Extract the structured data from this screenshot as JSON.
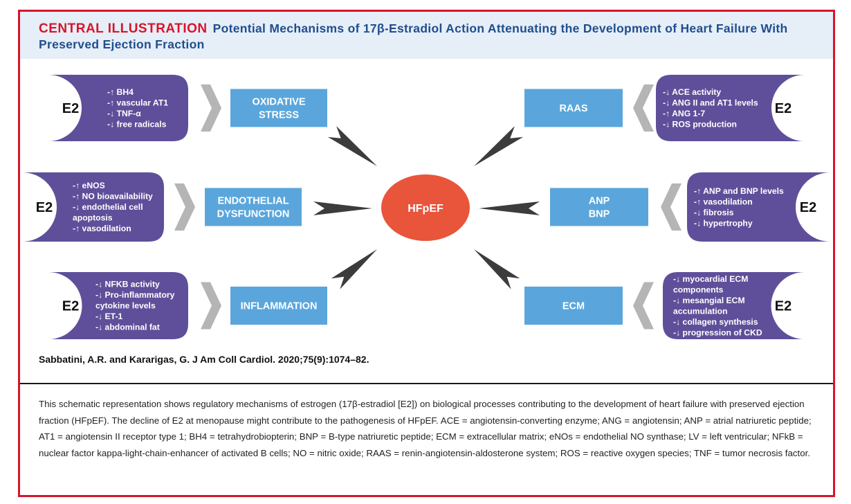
{
  "header": {
    "label": "CENTRAL ILLUSTRATION",
    "title": "Potential Mechanisms of 17β-Estradiol Action Attenuating the Development of Heart Failure With Preserved Ejection Fraction"
  },
  "colors": {
    "frame_red": "#d7142a",
    "header_bg": "#e6eef7",
    "title_blue": "#1f4e8f",
    "pill_purple": "#5f4f9a",
    "box_blue": "#5aa6dc",
    "center_orange": "#e8553b",
    "chevron_gray": "#b5b5b5",
    "arrow_dark": "#3c3c3c"
  },
  "center": {
    "label": "HFpEF",
    "icon": "ellipse-node"
  },
  "left_panels": [
    {
      "e2": "E2",
      "lines": [
        "-↑ BH4",
        "-↑ vascular AT1",
        "-↓ TNF-α",
        "-↓ free radicals"
      ],
      "box": [
        "OXIDATIVE",
        "STRESS"
      ]
    },
    {
      "e2": "E2",
      "lines": [
        "-↑ eNOS",
        "-↑ NO bioavailability",
        "-↓ endothelial cell",
        "   apoptosis",
        "-↑ vasodilation"
      ],
      "box": [
        "ENDOTHELIAL",
        "DYSFUNCTION"
      ]
    },
    {
      "e2": "E2",
      "lines": [
        "-↓ NFKB activity",
        "-↓ Pro-inflammatory",
        "   cytokine levels",
        "-↓ ET-1",
        "-↓ abdominal fat"
      ],
      "box": [
        "INFLAMMATION"
      ]
    }
  ],
  "right_panels": [
    {
      "e2": "E2",
      "lines": [
        "-↓ ACE activity",
        "-↓ ANG II and AT1 levels",
        "-↑ ANG 1-7",
        "-↓ ROS production"
      ],
      "box": [
        "RAAS"
      ]
    },
    {
      "e2": "E2",
      "lines": [
        "-↑ ANP and BNP levels",
        "-↑ vasodilation",
        "-↓ fibrosis",
        "-↓ hypertrophy"
      ],
      "box": [
        "ANP",
        "BNP"
      ]
    },
    {
      "e2": "E2",
      "lines": [
        "-↓ myocardial ECM",
        "   components",
        "-↓ mesangial ECM",
        "   accumulation",
        "-↓ collagen synthesis",
        "-↓ progression of CKD"
      ],
      "box": [
        "ECM"
      ]
    }
  ],
  "citation": "Sabbatini, A.R. and Kararigas, G. J Am Coll Cardiol. 2020;75(9):1074–82.",
  "caption": "This schematic representation shows regulatory mechanisms of estrogen (17β-estradiol [E2]) on biological processes contributing to the development of heart failure with preserved ejection fraction (HFpEF). The decline of E2 at menopause might contribute to the pathogenesis of HFpEF. ACE = angiotensin-converting enzyme; ANG = angiotensin; ANP = atrial natriuretic peptide; AT1 = angiotensin II receptor type 1; BH4 = tetrahydrobiopterin; BNP = B-type natriuretic peptide; ECM = extracellular matrix; eNOs = endothelial NO synthase; LV = left ventricular; NFkB = nuclear factor kappa-light-chain-enhancer of activated B cells; NO = nitric oxide; RAAS = renin-angiotensin-aldosterone system; ROS = reactive oxygen species; TNF = tumor necrosis factor."
}
